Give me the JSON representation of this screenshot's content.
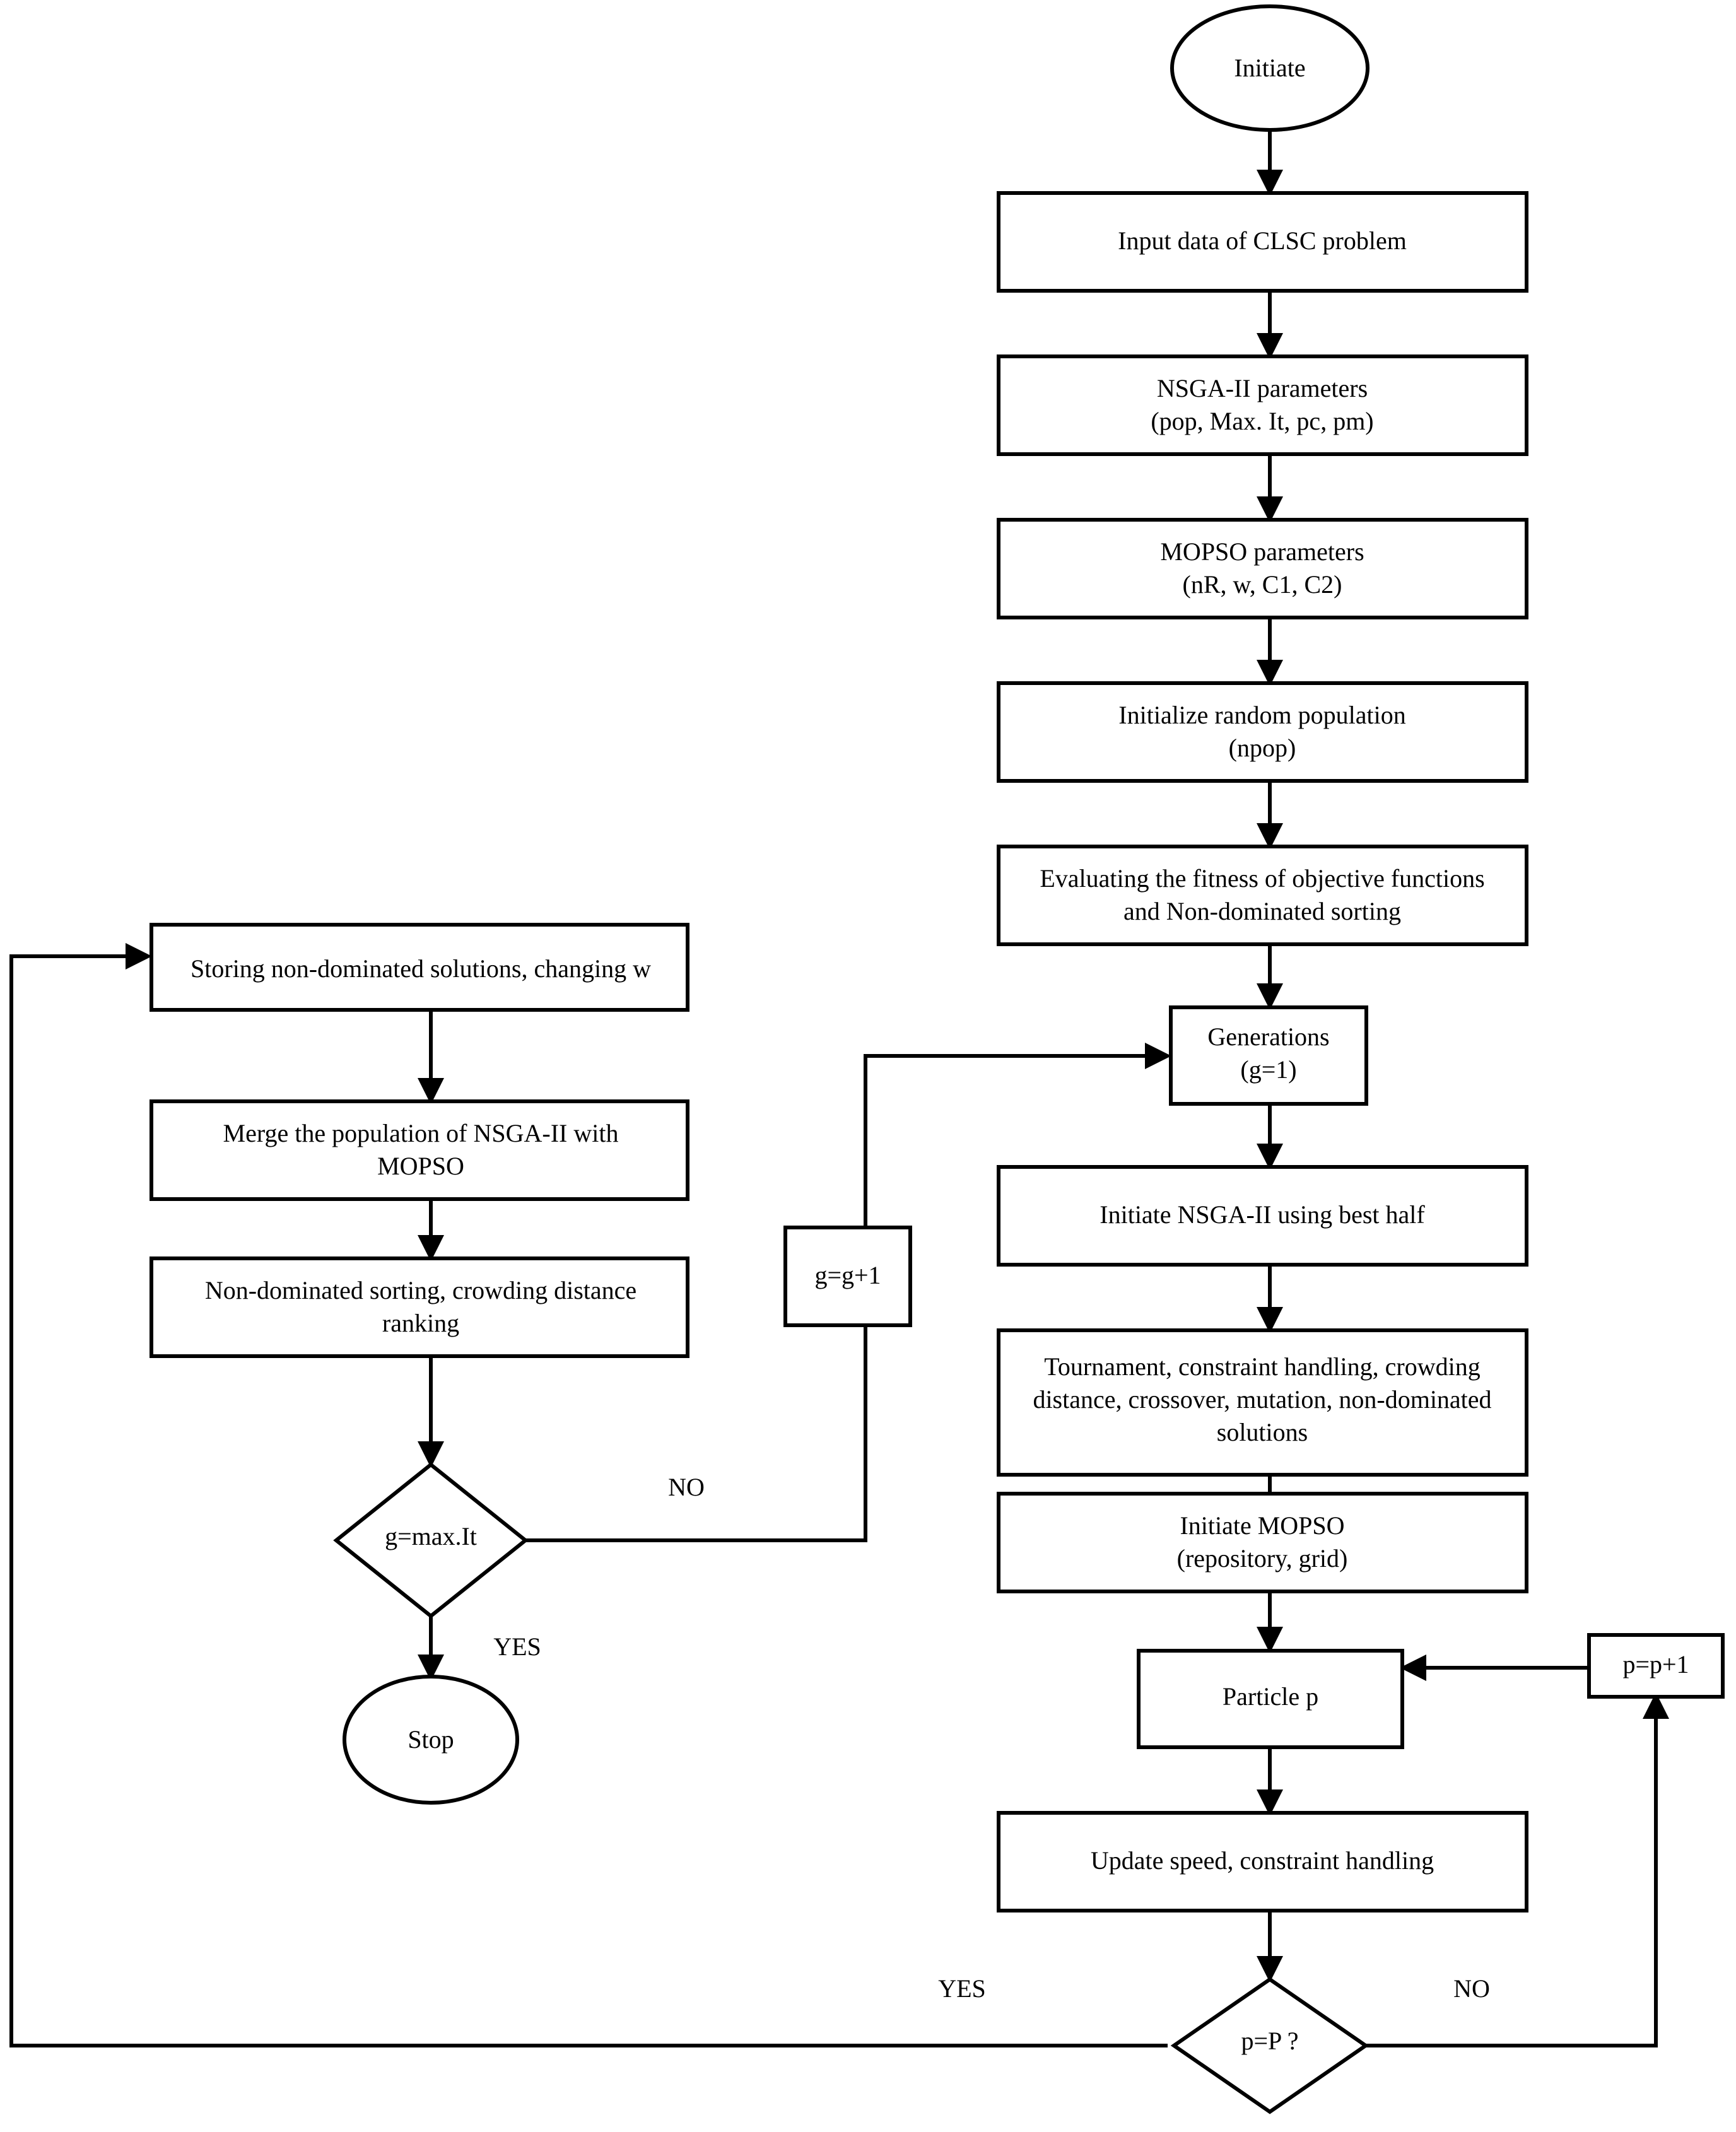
{
  "diagram": {
    "title": "Hybrid NSGA-II / MOPSO algorithm flowchart",
    "background_color": "#ffffff",
    "line_color": "#000000",
    "fill_color": "#ffffff"
  },
  "nodes": {
    "initiate": {
      "label": "Initiate",
      "shape": "ellipse"
    },
    "input_data": {
      "label": "Input data of CLSC problem",
      "shape": "rect"
    },
    "nsga_params_l1": {
      "label": "NSGA-II parameters",
      "shape": "rect"
    },
    "nsga_params_l2": {
      "label": "(pop, Max. It, pc, pm)"
    },
    "mopso_params_l1": {
      "label": "MOPSO parameters",
      "shape": "rect"
    },
    "mopso_params_l2": {
      "label": "(nR, w, C1, C2)"
    },
    "init_pop_l1": {
      "label": "Initialize random population",
      "shape": "rect"
    },
    "init_pop_l2": {
      "label": "(npop)"
    },
    "evaluate_l1": {
      "label": "Evaluating the fitness of objective functions",
      "shape": "rect"
    },
    "evaluate_l2": {
      "label": "and Non-dominated sorting"
    },
    "generations_l1": {
      "label": "Generations",
      "shape": "rect"
    },
    "generations_l2": {
      "label": "(g=1)"
    },
    "initiate_nsga": {
      "label": "Initiate NSGA-II using best half",
      "shape": "rect"
    },
    "tournament_l1": {
      "label": "Tournament, constraint handling, crowding",
      "shape": "rect"
    },
    "tournament_l2": {
      "label": "distance, crossover, mutation, non-dominated"
    },
    "tournament_l3": {
      "label": "solutions"
    },
    "initiate_mopso_l1": {
      "label": "Initiate MOPSO",
      "shape": "rect"
    },
    "initiate_mopso_l2": {
      "label": "(repository, grid)"
    },
    "particle_p": {
      "label": "Particle p",
      "shape": "rect"
    },
    "p_increment": {
      "label": "p=p+1",
      "shape": "rect"
    },
    "update_speed": {
      "label": "Update speed, constraint handling",
      "shape": "rect"
    },
    "p_equals_P": {
      "label": "p=P ?",
      "shape": "diamond"
    },
    "storing": {
      "label": "Storing non-dominated solutions, changing w",
      "shape": "rect"
    },
    "merge_l1": {
      "label": "Merge the population of NSGA-II with",
      "shape": "rect"
    },
    "merge_l2": {
      "label": "MOPSO"
    },
    "nds_crowding_l1": {
      "label": "Non-dominated sorting, crowding distance",
      "shape": "rect"
    },
    "nds_crowding_l2": {
      "label": "ranking"
    },
    "g_increment": {
      "label": "g=g+1",
      "shape": "rect"
    },
    "g_max_it": {
      "label": "g=max.It",
      "shape": "diamond"
    },
    "stop": {
      "label": "Stop",
      "shape": "ellipse"
    }
  },
  "edge_labels": {
    "p_no": "NO",
    "p_yes": "YES",
    "g_no": "NO",
    "g_yes": "YES"
  }
}
